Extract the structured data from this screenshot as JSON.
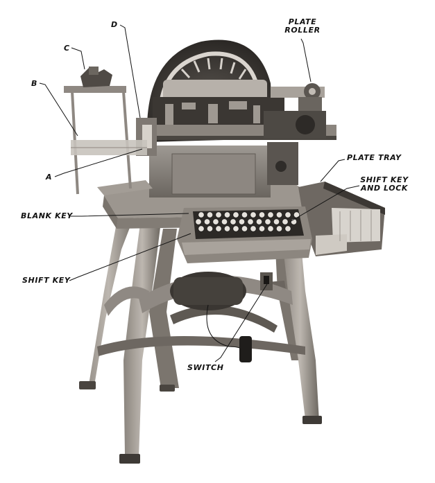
{
  "labels": {
    "c": "C",
    "d": "D",
    "b": "B",
    "a": "A",
    "plate_roller_line1": "PLATE",
    "plate_roller_line2": "ROLLER",
    "plate_tray": "PLATE TRAY",
    "shift_key_lock_line1": "SHIFT KEY",
    "shift_key_lock_line2": "AND LOCK",
    "blank_key": "BLANK KEY",
    "shift_key": "SHIFT KEY",
    "switch": "SWITCH"
  },
  "colors": {
    "background": "#ffffff",
    "machine_dark": "#2a2724",
    "machine_mid": "#6f6a64",
    "machine_light": "#b9b4ad",
    "text": "#111111"
  }
}
